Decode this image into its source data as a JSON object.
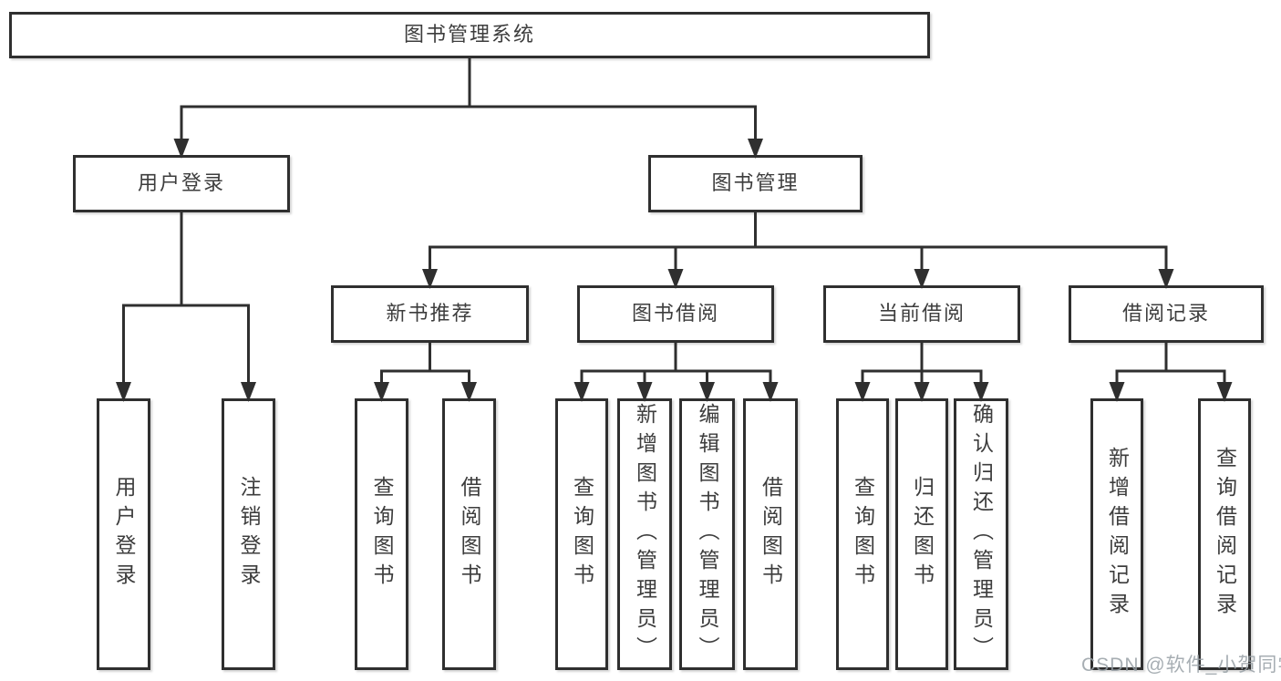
{
  "diagram": {
    "title": "图书管理系统",
    "watermark": "CSDN @软件_小贺同学",
    "colors": {
      "line": "#2f2f2f",
      "border": "#2f2f2f",
      "fill": "#ffffff",
      "text": "#3d3d3d",
      "watermark": "#98a0a6"
    },
    "nodes": [
      {
        "id": "root",
        "label": "图书管理系统",
        "parent": null
      },
      {
        "id": "login",
        "label": "用户登录",
        "parent": "root"
      },
      {
        "id": "mgmt",
        "label": "图书管理",
        "parent": "root"
      },
      {
        "id": "login-user",
        "label": "用户登录",
        "parent": "login"
      },
      {
        "id": "login-logout",
        "label": "注销登录",
        "parent": "login"
      },
      {
        "id": "rec",
        "label": "新书推荐",
        "parent": "mgmt"
      },
      {
        "id": "borrow",
        "label": "图书借阅",
        "parent": "mgmt"
      },
      {
        "id": "current",
        "label": "当前借阅",
        "parent": "mgmt"
      },
      {
        "id": "records",
        "label": "借阅记录",
        "parent": "mgmt"
      },
      {
        "id": "rec-query",
        "label": "查询图书",
        "parent": "rec"
      },
      {
        "id": "rec-borrow",
        "label": "借阅图书",
        "parent": "rec"
      },
      {
        "id": "borrow-query",
        "label": "查询图书",
        "parent": "borrow"
      },
      {
        "id": "borrow-add",
        "label": "新增图书（管理员）",
        "parent": "borrow"
      },
      {
        "id": "borrow-edit",
        "label": "编辑图书（管理员）",
        "parent": "borrow"
      },
      {
        "id": "borrow-lend",
        "label": "借阅图书",
        "parent": "borrow"
      },
      {
        "id": "cur-query",
        "label": "查询图书",
        "parent": "current"
      },
      {
        "id": "cur-return",
        "label": "归还图书",
        "parent": "current"
      },
      {
        "id": "cur-confirm",
        "label": "确认归还（管理员）",
        "parent": "current"
      },
      {
        "id": "recs-add",
        "label": "新增借阅记录",
        "parent": "records"
      },
      {
        "id": "recs-query",
        "label": "查询借阅记录",
        "parent": "records"
      }
    ]
  }
}
